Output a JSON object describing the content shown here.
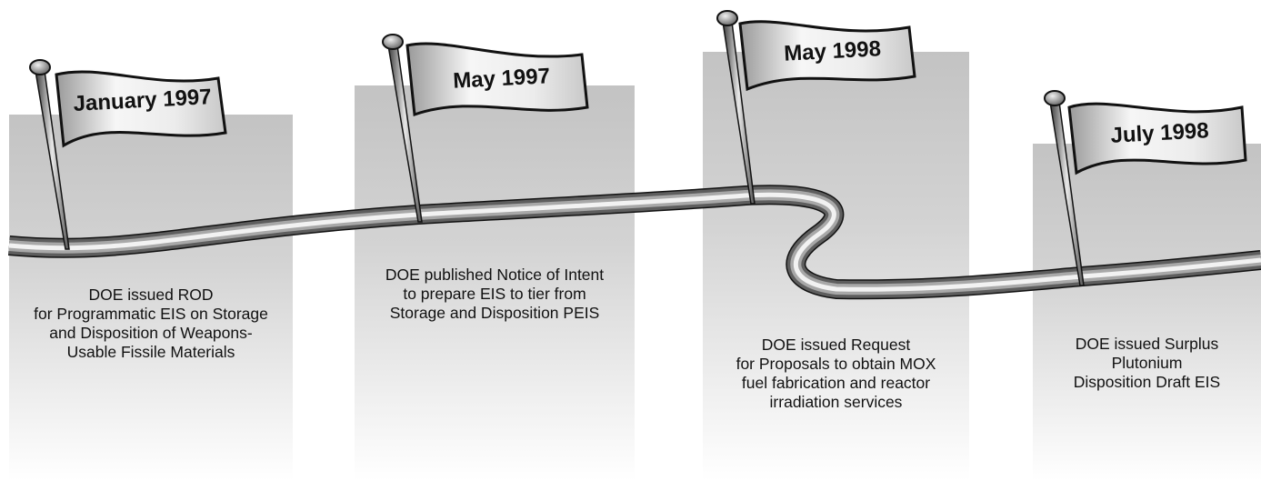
{
  "milestones": [
    {
      "date": "January 1997",
      "lines": [
        "DOE issued ROD",
        "for Programmatic EIS on Storage",
        "and Disposition of Weapons-",
        "Usable Fissile Materials"
      ]
    },
    {
      "date": "May  1997",
      "lines": [
        "DOE published Notice of Intent",
        "to prepare EIS to tier from",
        "Storage and Disposition PEIS"
      ]
    },
    {
      "date": "May  1998",
      "lines": [
        "DOE issued Request",
        "for Proposals to obtain MOX",
        "fuel fabrication and reactor",
        "irradiation services"
      ]
    },
    {
      "date": "July  1998",
      "lines": [
        "DOE issued Surplus",
        "Plutonium",
        "Disposition Draft EIS"
      ]
    }
  ],
  "colors": {
    "panel": "#cdcdcd",
    "road_dark": "#5a5a5a",
    "road_light": "#f4f4f4",
    "flag_light": "#f6f6f6",
    "flag_dark": "#9a9a9a",
    "outline": "#111111"
  }
}
